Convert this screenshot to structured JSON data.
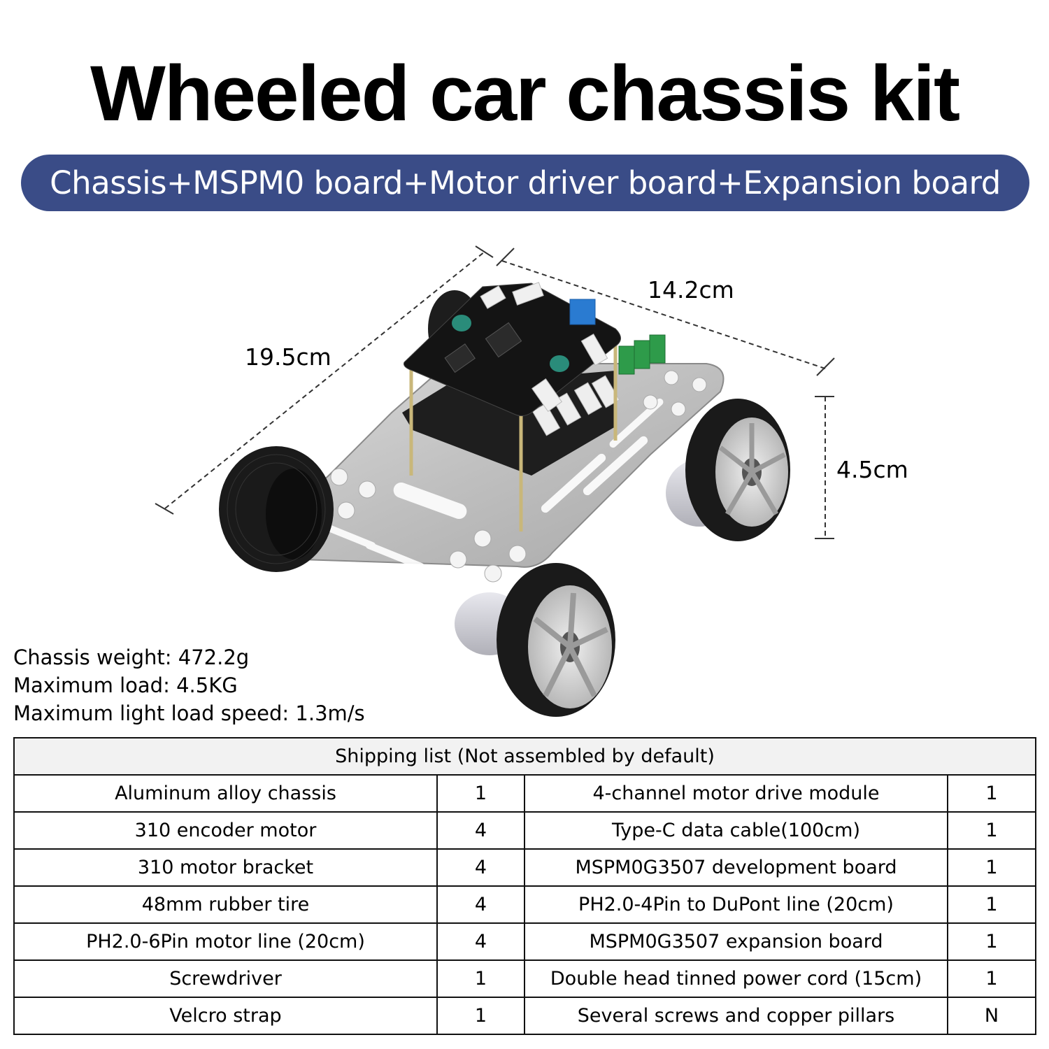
{
  "header": {
    "title": "Wheeled car chassis kit",
    "subtitle": "Chassis+MSPM0 board+Motor driver board+Expansion board",
    "banner_color": "#3a4c87"
  },
  "figure": {
    "image_description": "Product render: four-wheeled aluminum alloy car chassis with stacked MSPM0 board, motor driver board and expansion board",
    "dimensions": {
      "length": "19.5cm",
      "width": "14.2cm",
      "height": "4.5cm"
    }
  },
  "specs": [
    "Chassis weight: 472.2g",
    "Maximum load: 4.5KG",
    "Maximum light load speed: 1.3m/s"
  ],
  "shipping_list": {
    "title": "Shipping list (Not assembled by default)",
    "header_bg": "#f2f2f2",
    "rows": [
      {
        "item_a": "Aluminum alloy chassis",
        "qty_a": "1",
        "item_b": "4-channel motor drive module",
        "qty_b": "1"
      },
      {
        "item_a": "310 encoder motor",
        "qty_a": "4",
        "item_b": "Type-C data cable(100cm)",
        "qty_b": "1"
      },
      {
        "item_a": "310 motor bracket",
        "qty_a": "4",
        "item_b": "MSPM0G3507 development board",
        "qty_b": "1"
      },
      {
        "item_a": "48mm rubber tire",
        "qty_a": "4",
        "item_b": "PH2.0-4Pin to DuPont line (20cm)",
        "qty_b": "1"
      },
      {
        "item_a": "PH2.0-6Pin motor line (20cm)",
        "qty_a": "4",
        "item_b": "MSPM0G3507 expansion board",
        "qty_b": "1"
      },
      {
        "item_a": "Screwdriver",
        "qty_a": "1",
        "item_b": "Double head tinned power cord (15cm)",
        "qty_b": "1"
      },
      {
        "item_a": "Velcro strap",
        "qty_a": "1",
        "item_b": "Several screws and copper pillars",
        "qty_b": "N"
      }
    ]
  }
}
